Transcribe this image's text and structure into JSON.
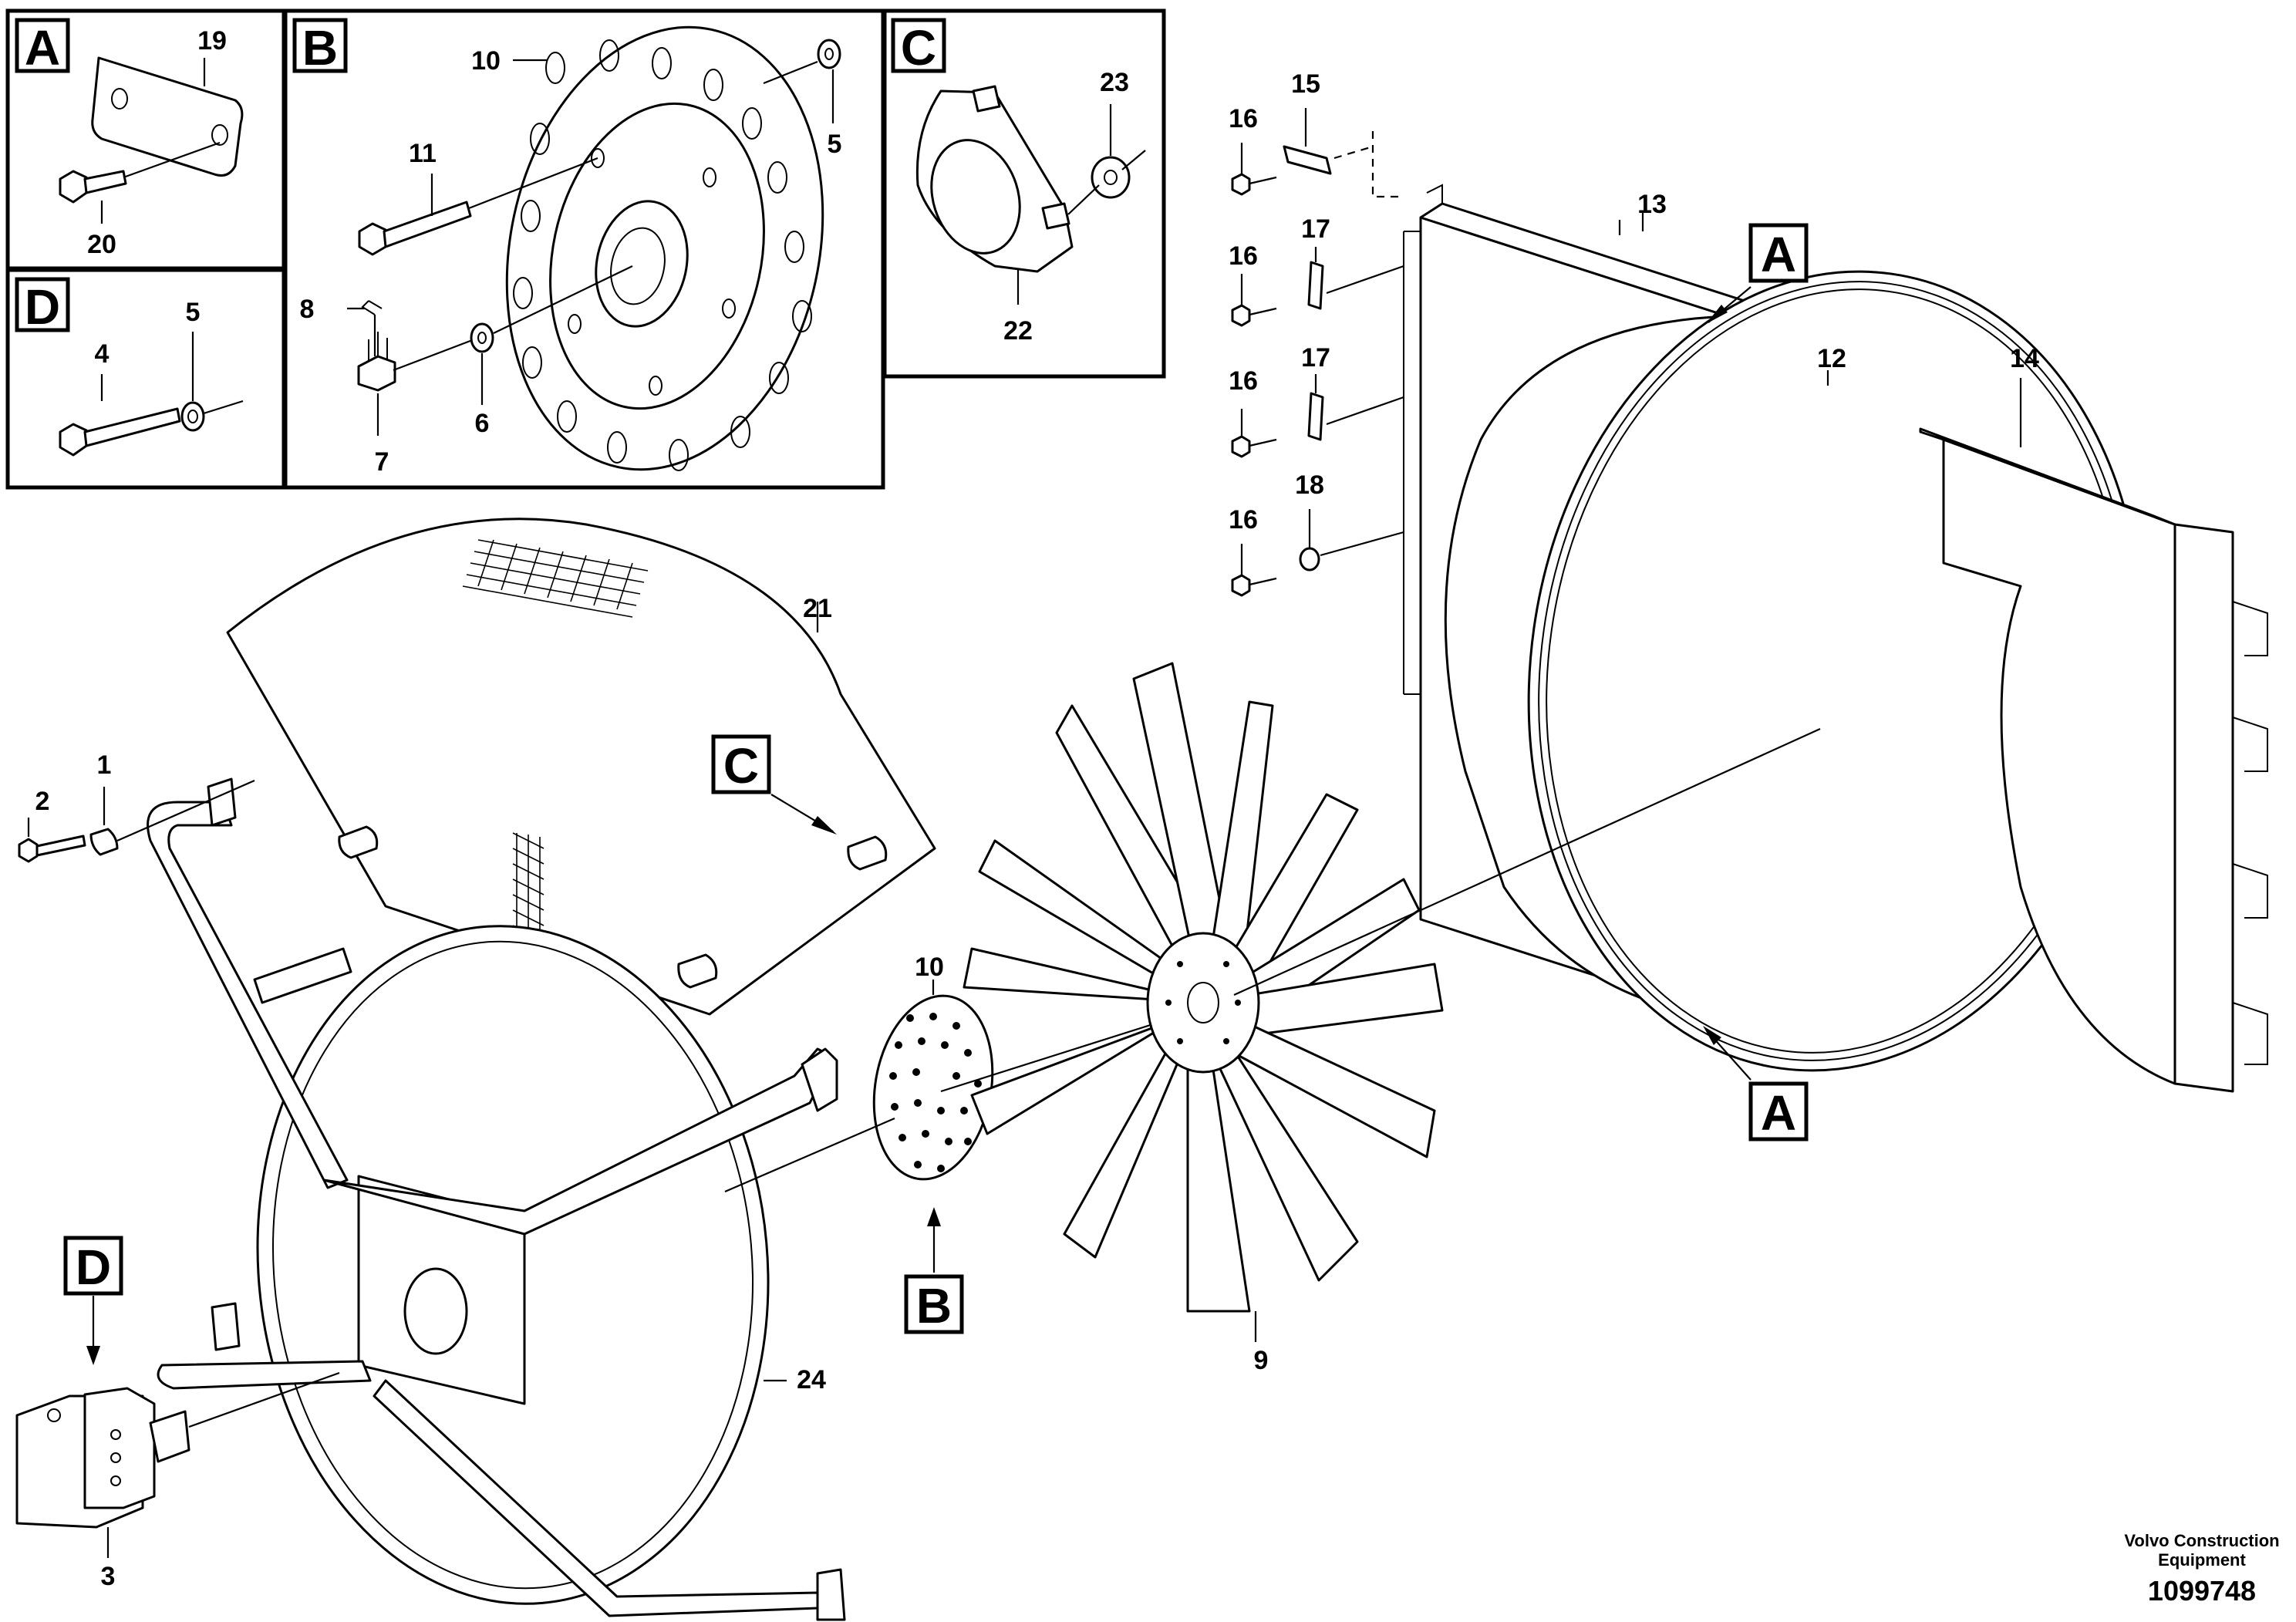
{
  "callouts": {
    "c1": "1",
    "c2": "2",
    "c3": "3",
    "c4": "4",
    "c5": "5",
    "c5b": "5",
    "c6": "6",
    "c7": "7",
    "c8": "8",
    "c9": "9",
    "c10": "10",
    "c10b": "10",
    "c11": "11",
    "c12": "12",
    "c13": "13",
    "c14": "14",
    "c15": "15",
    "c16a": "16",
    "c16b": "16",
    "c16c": "16",
    "c16d": "16",
    "c17a": "17",
    "c17b": "17",
    "c18": "18",
    "c19": "19",
    "c20": "20",
    "c21": "21",
    "c22": "22",
    "c23": "23",
    "c24": "24"
  },
  "sections": {
    "A": "A",
    "B": "B",
    "C": "C",
    "D": "D"
  },
  "main_refs": {
    "A_top": "A",
    "A_bottom": "A",
    "B": "B",
    "C": "C",
    "D": "D"
  },
  "footer": {
    "company_line1": "Volvo Construction",
    "company_line2": "Equipment",
    "drawing_number": "1099748"
  }
}
